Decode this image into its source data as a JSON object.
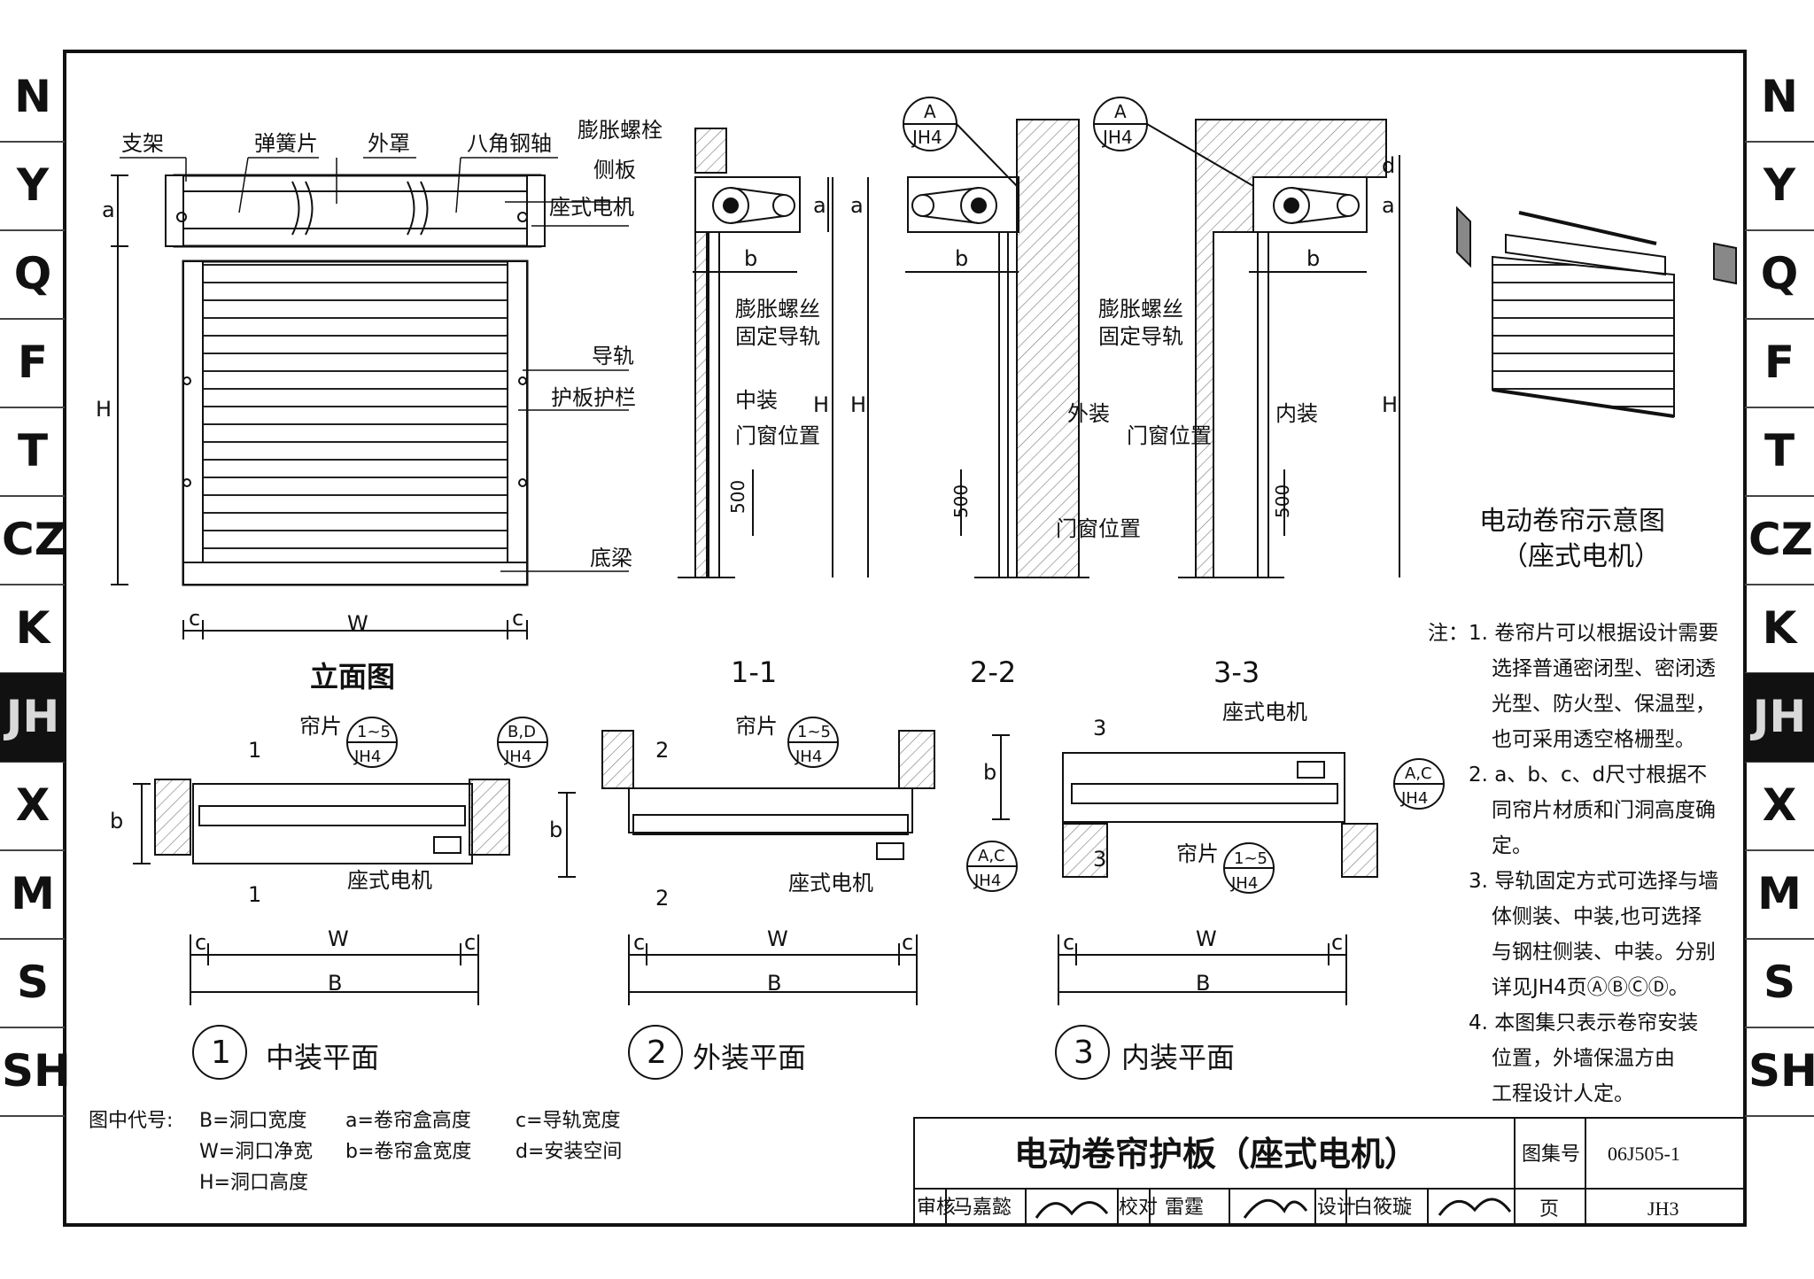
{
  "side_tabs": [
    "N",
    "Y",
    "Q",
    "F",
    "T",
    "CZ",
    "K",
    "JH",
    "X",
    "M",
    "S",
    "SH"
  ],
  "side_tab_active": "JH",
  "elevation": {
    "labels": {
      "bracket": "支架",
      "spring": "弹簧片",
      "cover": "外罩",
      "shaft": "八角钢轴",
      "bolt": "膨胀螺栓",
      "side_plate": "侧板",
      "motor": "座式电机",
      "rail": "导轨",
      "slats": "护板护栏",
      "beam": "底梁"
    },
    "dims": {
      "a": "a",
      "H": "H",
      "c": "c",
      "W": "W"
    },
    "title": "立面图"
  },
  "sections": {
    "screw_rail": "膨胀螺丝\n固定导轨",
    "mid": "中装",
    "out": "外装",
    "in": "内装",
    "window_pos": "门窗位置",
    "d500": "500",
    "a": "a",
    "b": "b",
    "H": "H",
    "d": "d",
    "ref_A": "A",
    "ref_sheet": "JH4",
    "titles": [
      "1-1",
      "2-2",
      "3-3"
    ]
  },
  "plans": {
    "slat": "帘片",
    "motor": "座式电机",
    "ref_slat_top": "1~5",
    "ref_bd": "B,D",
    "ref_ac": "A,C",
    "ref_sheet": "JH4",
    "marks": [
      "1",
      "2",
      "3"
    ],
    "titles": [
      {
        "num": "1",
        "text": "中装平面"
      },
      {
        "num": "2",
        "text": "外装平面"
      },
      {
        "num": "3",
        "text": "内装平面"
      }
    ],
    "dim_c": "c",
    "dim_W": "W",
    "dim_B": "B",
    "dim_b": "b"
  },
  "schematic_title": [
    "电动卷帘示意图",
    "（座式电机）"
  ],
  "notes": {
    "head": "注：",
    "items": [
      "1. 卷帘片可以根据设计需要",
      "选择普通密闭型、密闭透",
      "光型、防火型、保温型，",
      "也可采用透空格栅型。",
      "2. a、b、c、d尺寸根据不",
      "同帘片材质和门洞高度确",
      "定。",
      "3. 导轨固定方式可选择与墙",
      "体侧装、中装,也可选择",
      "与钢柱侧装、中装。分别",
      "详见JH4页ⒶⒷⒸⒹ。",
      "4. 本图集只表示卷帘安装",
      "位置，外墙保温方由",
      "工程设计人定。"
    ]
  },
  "legend": {
    "head": "图中代号:",
    "items": [
      [
        "B=洞口宽度",
        "a=卷帘盒高度",
        "c=导轨宽度"
      ],
      [
        "W=洞口净宽",
        "b=卷帘盒宽度",
        "d=安装空间"
      ],
      [
        "H=洞口高度",
        "",
        ""
      ]
    ]
  },
  "title_block": {
    "title": "电动卷帘护板（座式电机）",
    "atlas_label": "图集号",
    "atlas_no": "06J505-1",
    "review": "审核",
    "reviewer": "马嘉懿",
    "check": "校对",
    "checker": "雷霆",
    "design": "设计",
    "designer": "白筱璇",
    "page_label": "页",
    "page_no": "JH3"
  }
}
